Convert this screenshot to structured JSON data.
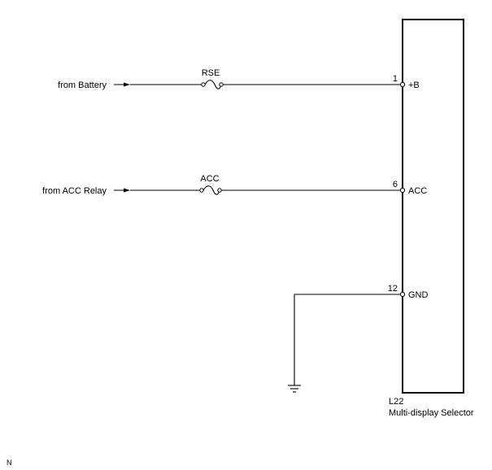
{
  "sources": {
    "battery_label": "from Battery",
    "acc_relay_label": "from ACC Relay"
  },
  "fuses": {
    "rse": "RSE",
    "acc": "ACC"
  },
  "pins": {
    "pin1_number": "1",
    "pin1_name": "+B",
    "pin6_number": "6",
    "pin6_name": "ACC",
    "pin12_number": "12",
    "pin12_name": "GND"
  },
  "component": {
    "code": "L22",
    "name": "Multi-display Selector"
  },
  "corner_mark": "N"
}
